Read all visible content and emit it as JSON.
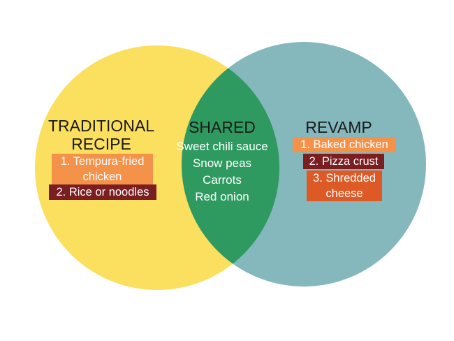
{
  "colors": {
    "left_circle": "#fbdf5e",
    "right_circle": "#84b8bd",
    "overlap": "#2e9a60",
    "tag_orange": "#f4924a",
    "tag_dark": "#7a1e22",
    "tag_rust": "#dd5a26"
  },
  "left": {
    "title_line1": "TRADITIONAL",
    "title_line2": "RECIPE",
    "items": [
      {
        "line1": "1. Tempura-fried",
        "line2": "chicken"
      },
      {
        "line1": "2. Rice or noodles"
      }
    ]
  },
  "shared": {
    "title": "SHARED",
    "items": [
      "Sweet chili sauce",
      "Snow peas",
      "Carrots",
      "Red onion"
    ]
  },
  "right": {
    "title": "REVAMP",
    "items": [
      {
        "line1": "1. Baked chicken"
      },
      {
        "line1": "2. Pizza crust"
      },
      {
        "line1": "3. Shredded",
        "line2": "cheese"
      }
    ]
  }
}
